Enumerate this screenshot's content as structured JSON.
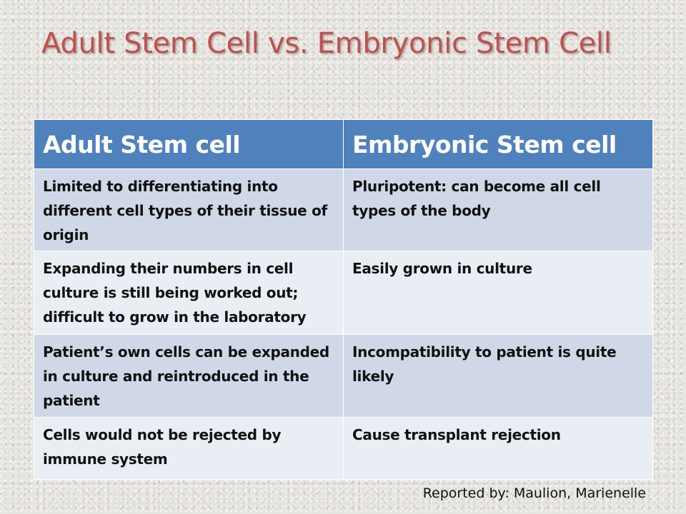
{
  "slide": {
    "title": "Adult Stem Cell vs. Embryonic Stem Cell",
    "footer": "Reported by: Maulion, Marienelle"
  },
  "table": {
    "headers": [
      "Adult Stem cell",
      "Embryonic Stem cell"
    ],
    "rows": [
      [
        "Limited to differentiating into different cell types of their tissue of origin",
        "Pluripotent: can become all cell types of the body"
      ],
      [
        "Expanding their numbers in cell culture is still being worked out; difficult to grow in the laboratory",
        "Easily grown in culture"
      ],
      [
        "Patient’s own cells can be expanded in  culture and reintroduced in the patient",
        "Incompatibility to patient is quite likely"
      ],
      [
        "Cells would not be rejected by immune system",
        "Cause transplant rejection"
      ]
    ]
  },
  "colors": {
    "title": "#c0504d",
    "header_fill": "#4f81bd",
    "row_dark": "#d0d8e8",
    "row_light": "#e9edf4"
  }
}
